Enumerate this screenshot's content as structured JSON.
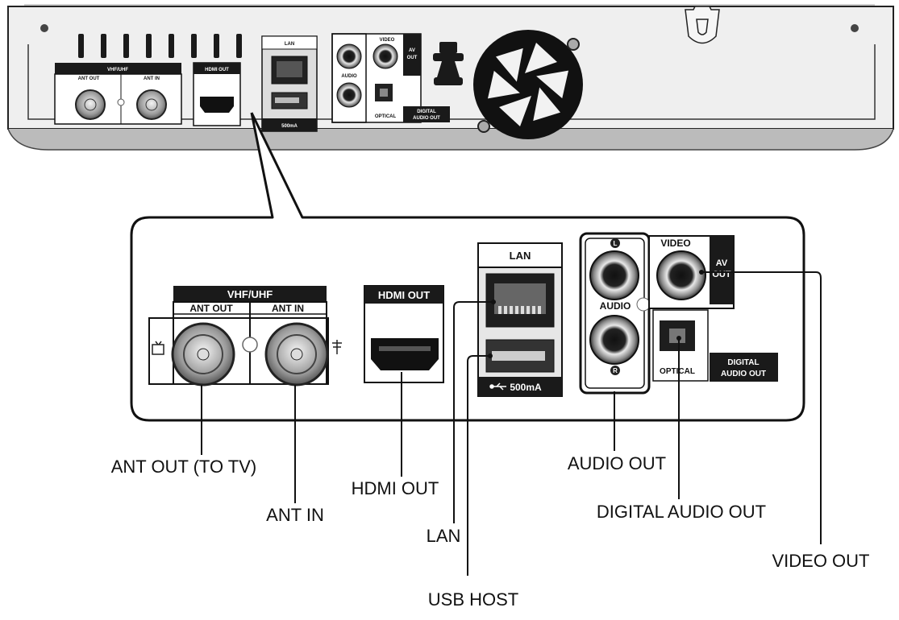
{
  "device_labels": {
    "vhf_uhf": "VHF/UHF",
    "ant_out": "ANT OUT",
    "ant_in": "ANT IN",
    "hdmi_out": "HDMI OUT",
    "lan": "LAN",
    "usb_current": "500mA",
    "video": "VIDEO",
    "av_out_line1": "AV",
    "av_out_line2": "OUT",
    "audio": "AUDIO",
    "audio_left": "L",
    "audio_right": "R",
    "optical": "OPTICAL",
    "digital_audio_out_line1": "DIGITAL",
    "digital_audio_out_line2": "AUDIO OUT"
  },
  "callouts": {
    "ant_out_to_tv": "ANT OUT (TO TV)",
    "ant_in": "ANT IN",
    "hdmi_out": "HDMI OUT",
    "lan": "LAN",
    "usb_host": "USB HOST",
    "audio_out": "AUDIO OUT",
    "digital_audio_out": "DIGITAL AUDIO OUT",
    "video_out": "VIDEO OUT"
  },
  "colors": {
    "label_bar": "#1a1a1a",
    "panel_fill": "#ffffff",
    "chassis_fill": "#eeeeee",
    "outline": "#111111"
  }
}
